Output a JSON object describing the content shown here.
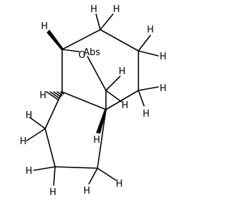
{
  "molecule": {
    "oxygen_label": "O",
    "abs_label": "Abs",
    "hydrogen_label": "H"
  }
}
